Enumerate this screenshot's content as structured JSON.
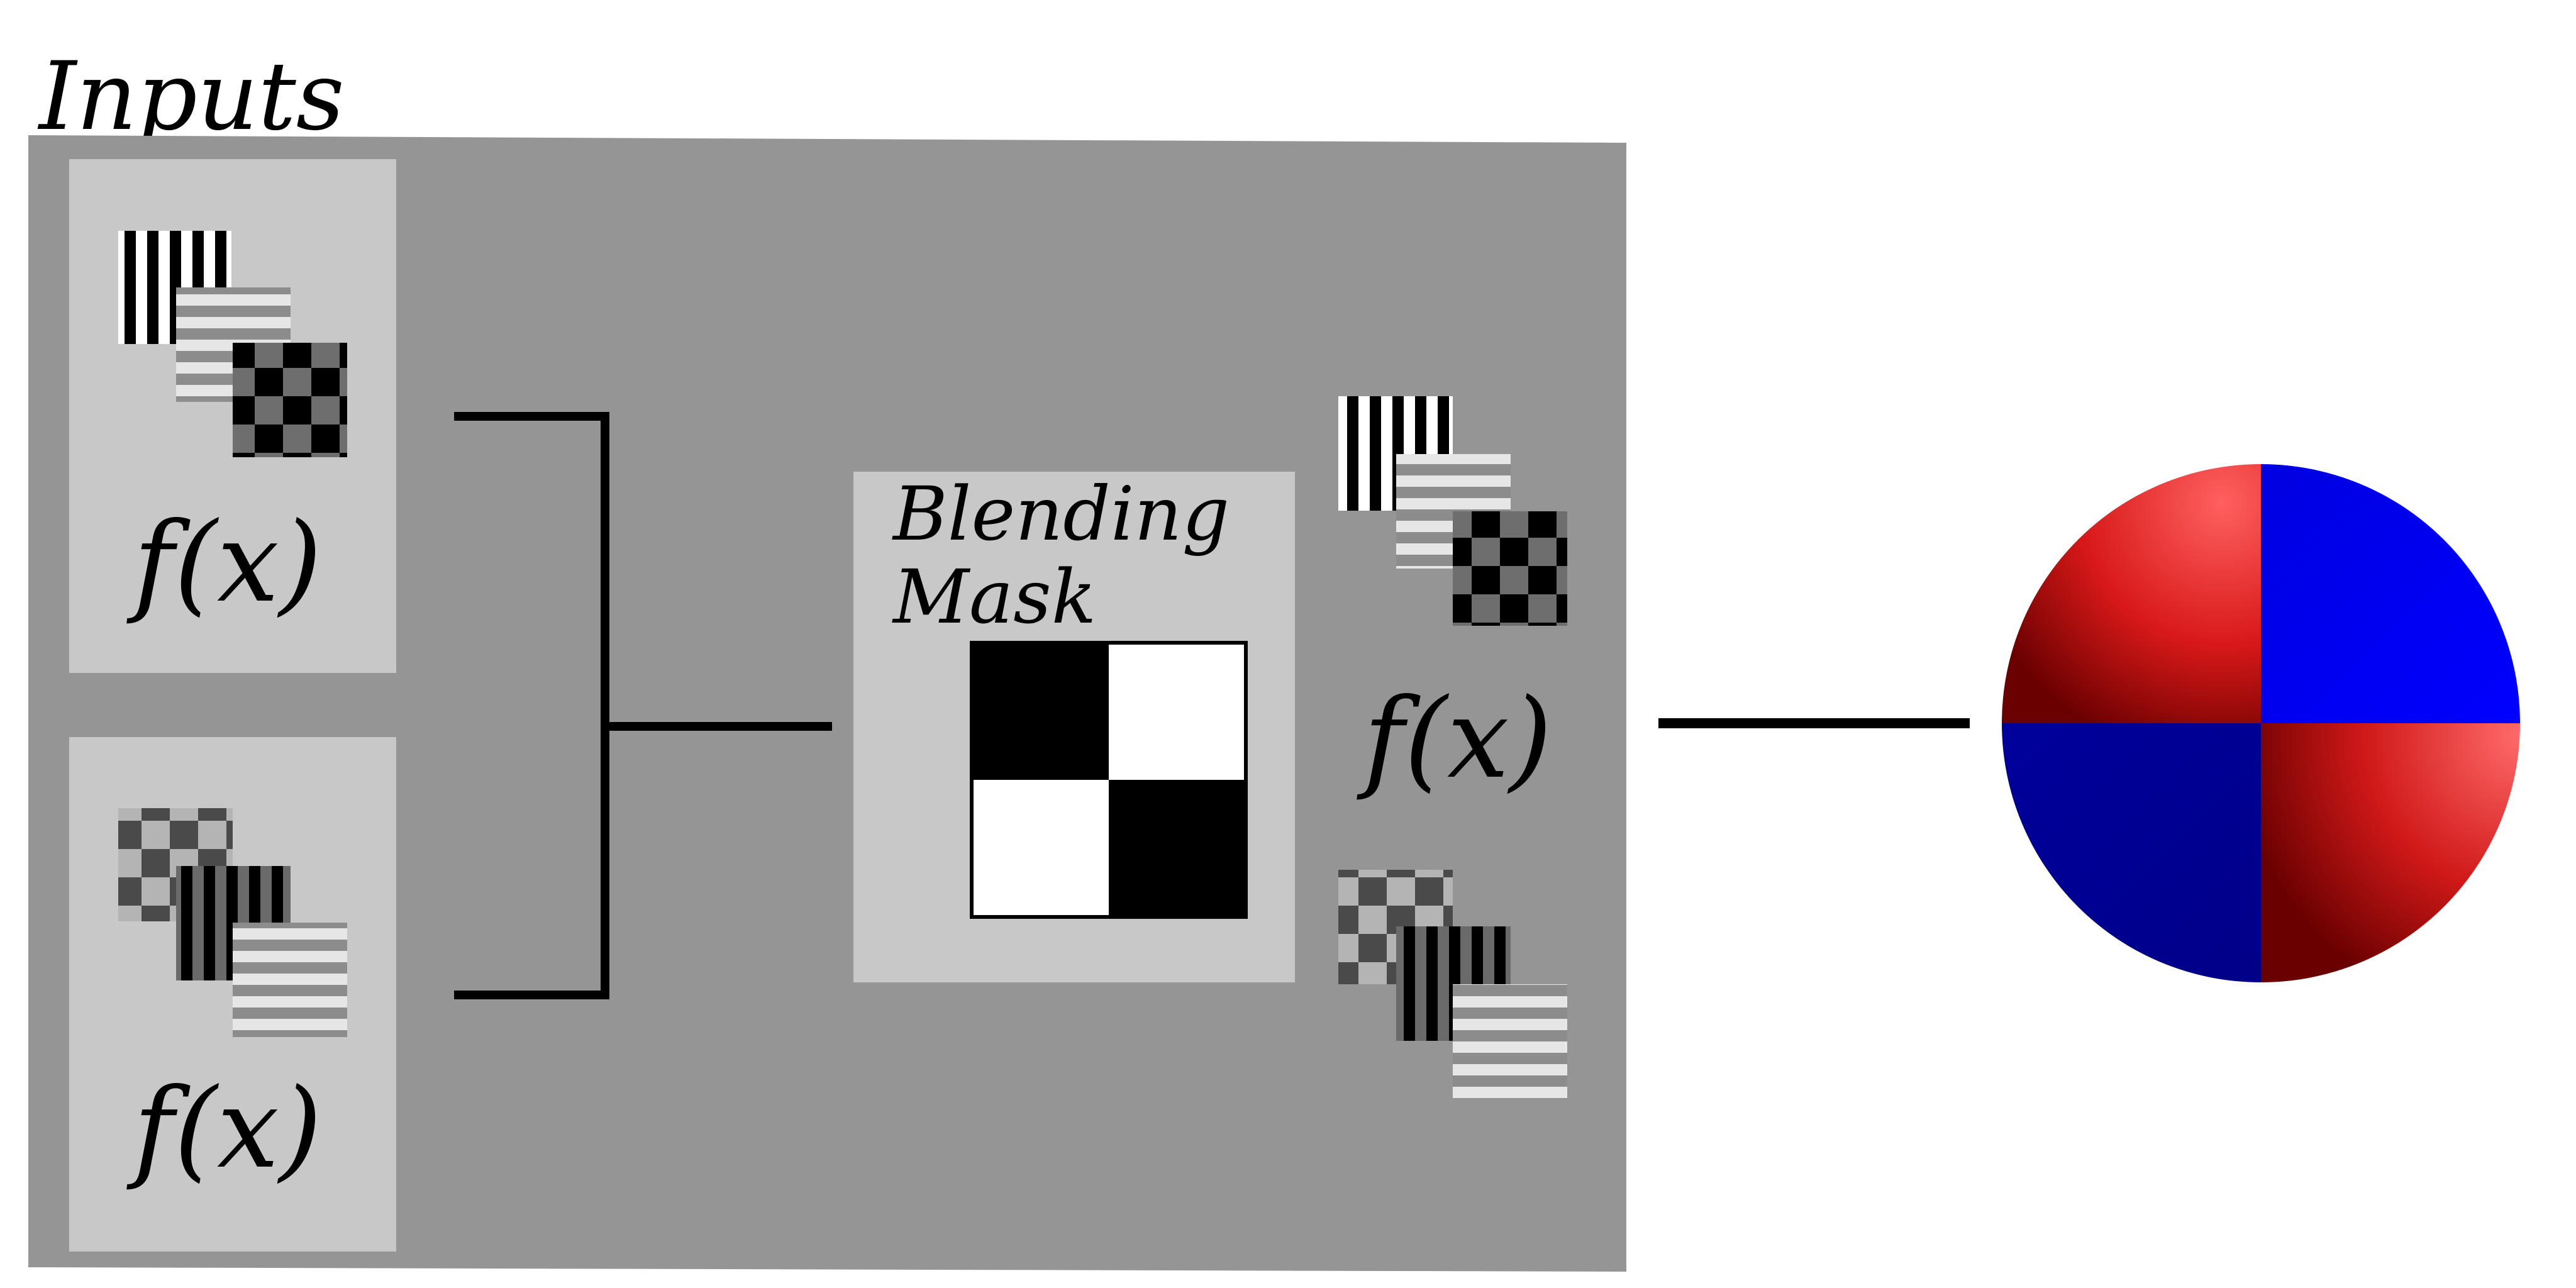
{
  "diagram": {
    "inputs_label": "Inputs",
    "input_a_function": "f(x)",
    "input_b_function": "f(x)",
    "mask_label_line1": "Blending",
    "mask_label_line2": "Mask",
    "blended_function": "f(x)"
  },
  "colors": {
    "outer_panel": "#959595",
    "inner_panel": "#c8c8c8",
    "connector": "#000000",
    "sphere_red": "#e02020",
    "sphere_dark_red": "#7a0000",
    "sphere_blue": "#0000ee",
    "sphere_dark_blue": "#000090"
  },
  "icons": {
    "texture_stack_a": "stripes-then-bars-then-checker",
    "texture_stack_b": "checker-then-stripes-then-bars",
    "mask_pattern": "2x2-checkerboard",
    "output": "quadrant-colored-sphere"
  }
}
